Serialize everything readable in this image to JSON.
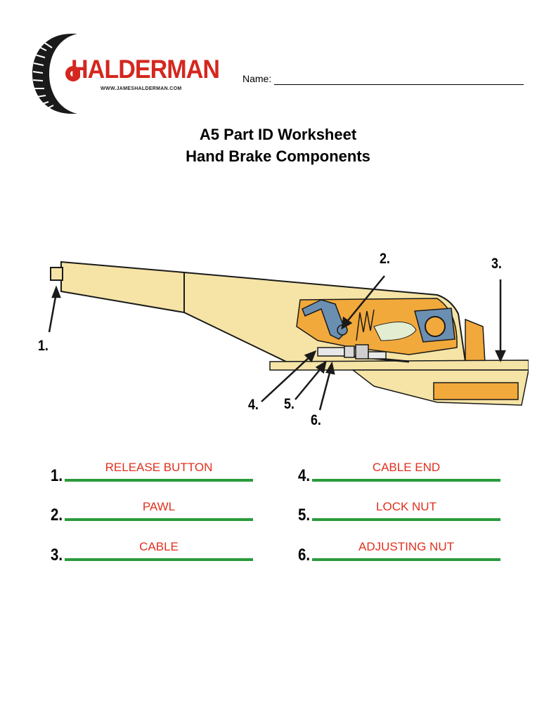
{
  "logo": {
    "brand": "HALDERMAN",
    "url": "WWW.JAMESHALDERMAN.COM",
    "brand_color": "#d4271f",
    "icon": "tire-icon"
  },
  "name_field": {
    "label": "Name:"
  },
  "title": {
    "line1": "A5 Part ID Worksheet",
    "line2": "Hand Brake Components"
  },
  "diagram": {
    "callouts": [
      "1.",
      "2.",
      "3.",
      "4.",
      "5.",
      "6."
    ],
    "colors": {
      "lever": "#f5e4a6",
      "mechanism": "#f2a93b",
      "pawl_blue": "#6b8fb1",
      "outline": "#1a1a1a"
    }
  },
  "answers": {
    "answer_color": "#e0301e",
    "line_color": "#2a9b3c",
    "items": [
      {
        "number": "1.",
        "answer": "RELEASE BUTTON"
      },
      {
        "number": "2.",
        "answer": "PAWL"
      },
      {
        "number": "3.",
        "answer": "CABLE"
      },
      {
        "number": "4.",
        "answer": "CABLE END"
      },
      {
        "number": "5.",
        "answer": "LOCK NUT"
      },
      {
        "number": "6.",
        "answer": "ADJUSTING NUT"
      }
    ]
  }
}
